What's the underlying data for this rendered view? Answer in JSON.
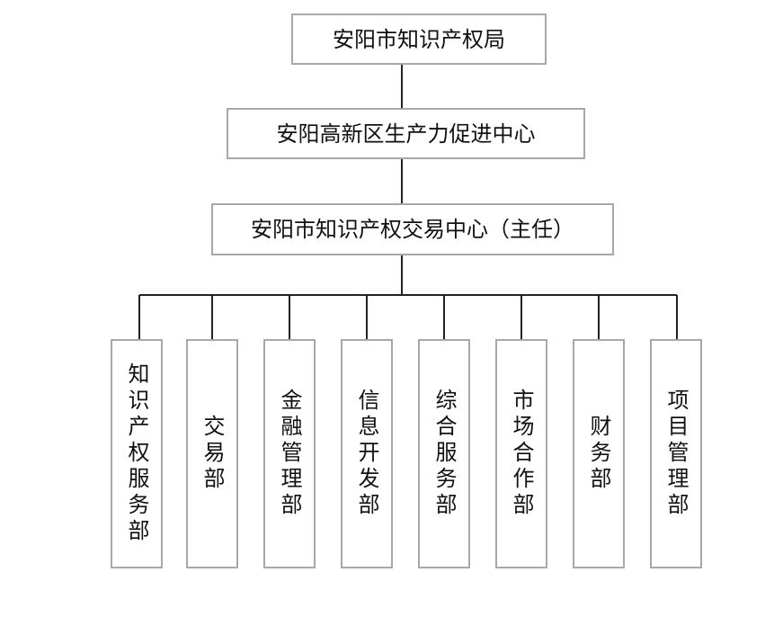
{
  "org_chart": {
    "bureau": "安阳市知识产权局",
    "productivity_center": "安阳高新区生产力促进中心",
    "exchange_center": "安阳市知识产权交易中心（主任）",
    "departments": [
      "知识产权服务部",
      "交易部",
      "金融管理部",
      "信息开发部",
      "综合服务部",
      "市场合作部",
      "财务部",
      "项目管理部"
    ]
  },
  "colors": {
    "box_border": "#a8a8a8",
    "connector": "#222222",
    "text": "#111111",
    "background": "#ffffff"
  }
}
